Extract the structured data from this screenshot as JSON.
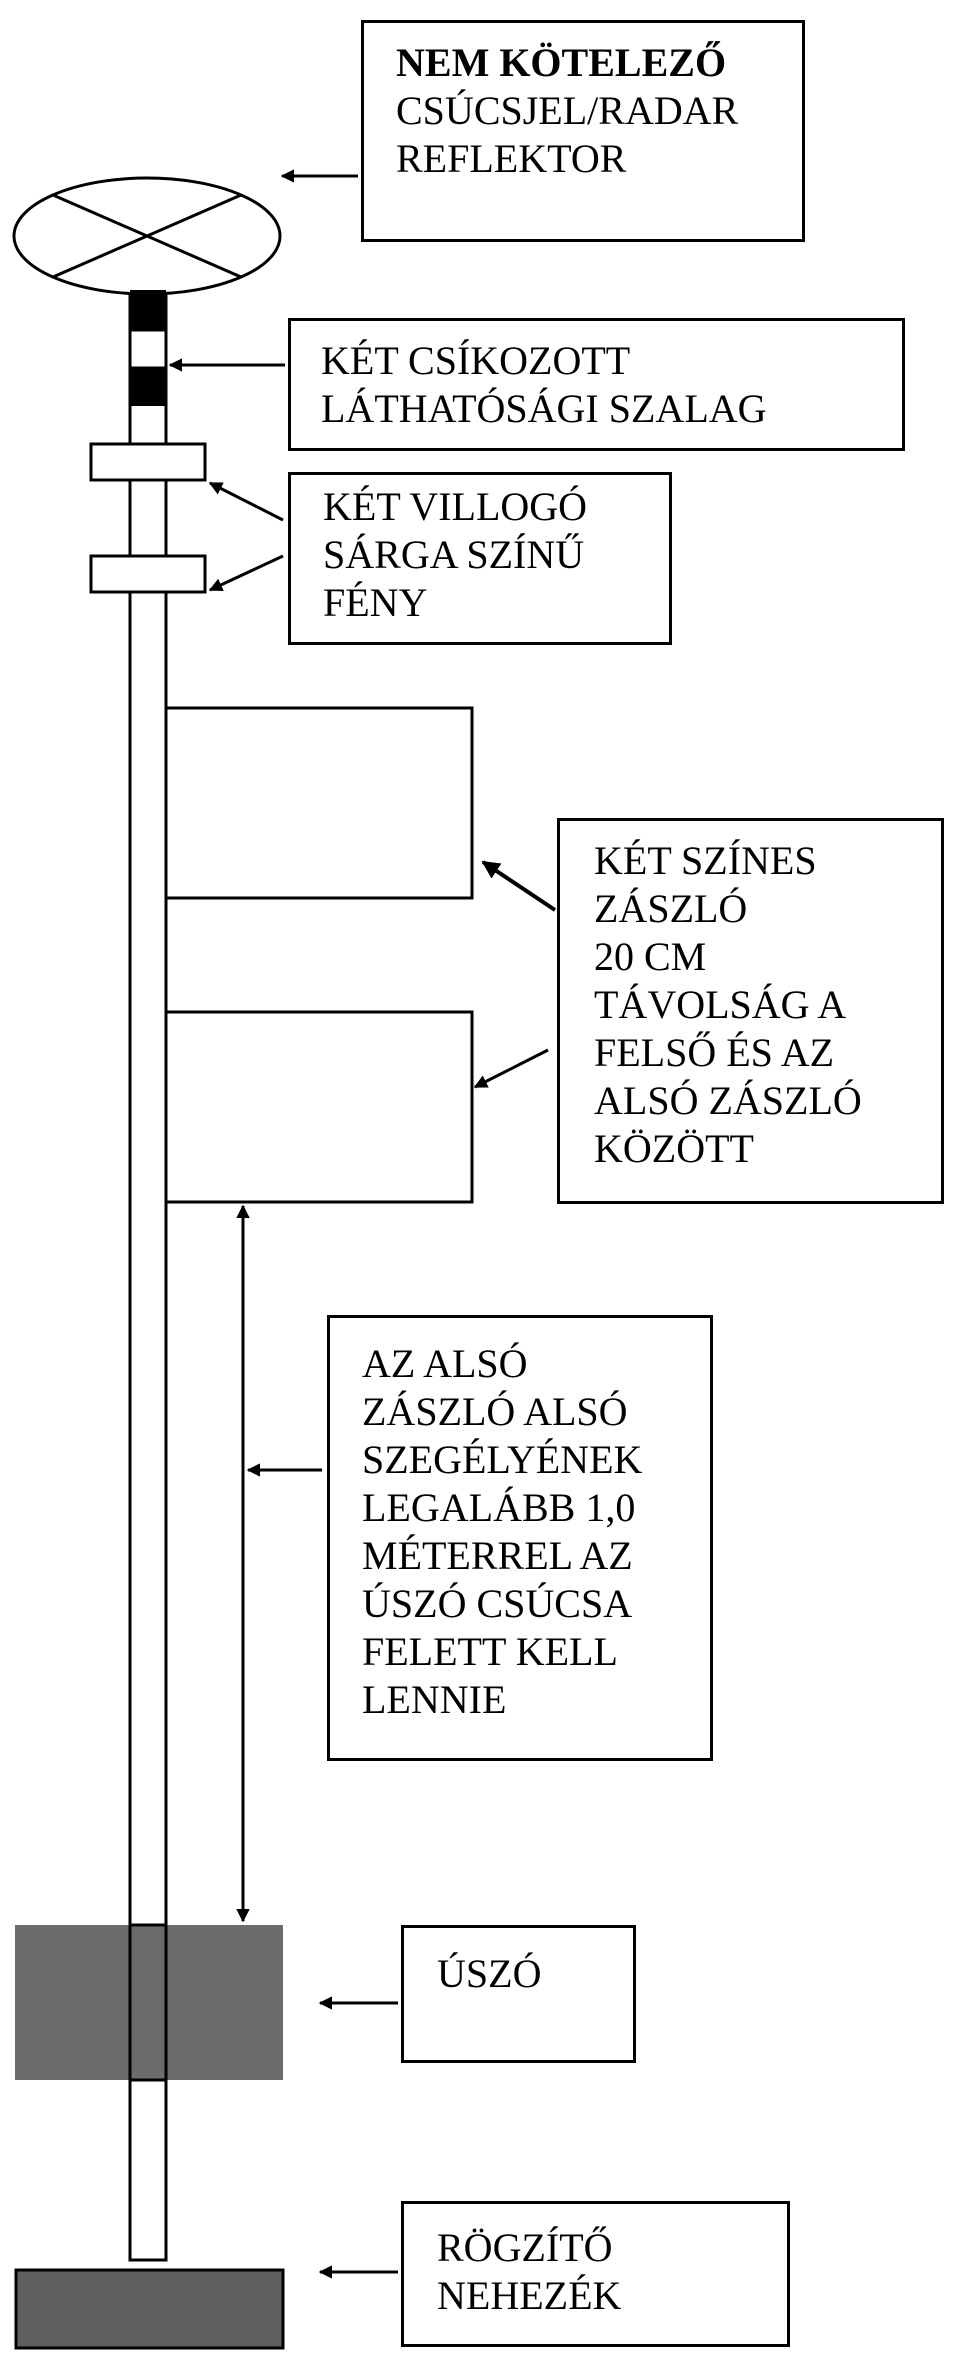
{
  "labels": {
    "reflector": {
      "line1": "NEM KÖTELEZŐ",
      "line2": "CSÚCSJEL/RADAR",
      "line3": "REFLEKTOR"
    },
    "stripes": {
      "line1": "KÉT CSÍKOZOTT",
      "line2": "LÁTHATÓSÁGI SZALAG"
    },
    "lights": {
      "line1": "KÉT VILLOGÓ",
      "line2": "SÁRGA SZÍNŰ",
      "line3": "FÉNY"
    },
    "flags": {
      "line1": "KÉT SZÍNES",
      "line2": "ZÁSZLÓ",
      "line3": "20 CM",
      "line4": "TÁVOLSÁG A",
      "line5": "FELSŐ ÉS AZ",
      "line6": "ALSÓ ZÁSZLÓ",
      "line7": "KÖZÖTT"
    },
    "clearance": {
      "line1": "AZ ALSÓ",
      "line2": "ZÁSZLÓ ALSÓ",
      "line3": "SZEGÉLYÉNEK",
      "line4": "LEGALÁBB 1,0",
      "line5": "MÉTERREL AZ",
      "line6": "ÚSZÓ CSÚCSA",
      "line7": "FELETT KELL",
      "line8": "LENNIE"
    },
    "float": {
      "line1": "ÚSZÓ"
    },
    "anchor": {
      "line1": "RÖGZÍTŐ",
      "line2": "NEHEZÉK"
    }
  },
  "colors": {
    "float_fill": "#6b6b6b",
    "anchor_fill": "#5f5f5f",
    "stroke": "#000000"
  }
}
